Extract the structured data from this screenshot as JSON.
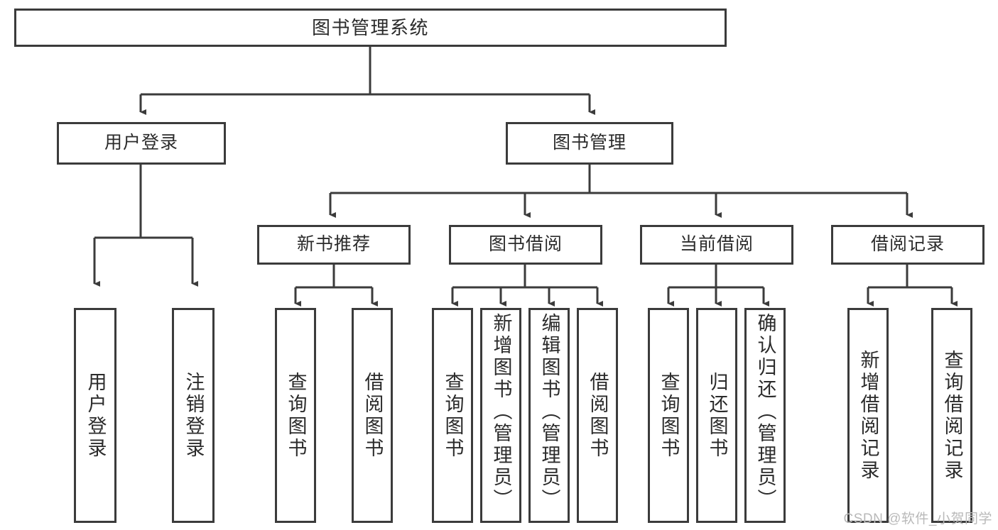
{
  "diagram": {
    "title": "图书管理系统",
    "watermark": "CSDN @软件_小贺同学",
    "accent_color": "#3b3b3b",
    "background_color": "#ffffff",
    "nodes": {
      "root": {
        "label": "图书管理系统"
      },
      "level1": [
        {
          "id": "user-login",
          "label": "用户登录"
        },
        {
          "id": "book-manage",
          "label": "图书管理"
        }
      ],
      "level2": [
        {
          "id": "new-book-recommend",
          "label": "新书推荐"
        },
        {
          "id": "book-borrow",
          "label": "图书借阅"
        },
        {
          "id": "current-borrow",
          "label": "当前借阅"
        },
        {
          "id": "borrow-record",
          "label": "借阅记录"
        }
      ],
      "leaves": {
        "user_login": [
          {
            "id": "leaf-user-login",
            "label": "用户登录"
          },
          {
            "id": "leaf-logout-login",
            "label": "注销登录"
          }
        ],
        "new_book_recommend": [
          {
            "id": "leaf-query-book-1",
            "label": "查询图书"
          },
          {
            "id": "leaf-borrow-book-1",
            "label": "借阅图书"
          }
        ],
        "book_borrow": [
          {
            "id": "leaf-query-book-2",
            "label": "查询图书"
          },
          {
            "id": "leaf-add-book",
            "label": "新增图书（管理员）"
          },
          {
            "id": "leaf-edit-book",
            "label": "编辑图书（管理员）"
          },
          {
            "id": "leaf-borrow-book-2",
            "label": "借阅图书"
          }
        ],
        "current_borrow": [
          {
            "id": "leaf-query-book-3",
            "label": "查询图书"
          },
          {
            "id": "leaf-return-book",
            "label": "归还图书"
          },
          {
            "id": "leaf-confirm-return",
            "label": "确认归还（管理员）"
          }
        ],
        "borrow_record": [
          {
            "id": "leaf-add-record",
            "label": "新增借阅记录"
          },
          {
            "id": "leaf-query-record",
            "label": "查询借阅记录"
          }
        ]
      }
    }
  }
}
